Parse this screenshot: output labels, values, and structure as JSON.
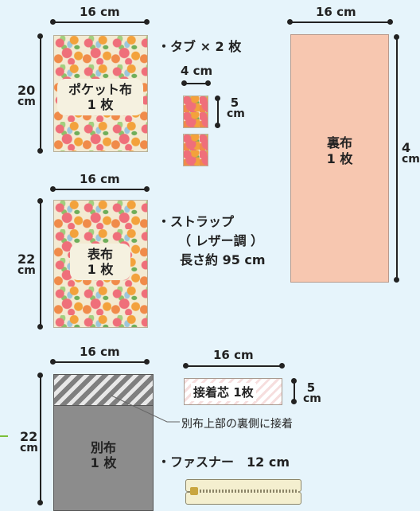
{
  "pocket": {
    "width": "16 cm",
    "height_num": "20",
    "height_unit": "cm",
    "label_line1": "ポケット布",
    "label_line2": "1 枚"
  },
  "outer": {
    "width": "16 cm",
    "height_num": "22",
    "height_unit": "cm",
    "label_line1": "表布",
    "label_line2": "1 枚"
  },
  "lining": {
    "width": "16 cm",
    "height_num": "4",
    "height_unit": "cm",
    "label_line1": "裏布",
    "label_line2": "1 枚"
  },
  "separate": {
    "width": "16 cm",
    "height_num": "22",
    "height_unit": "cm",
    "label_line1": "別布",
    "label_line2": "1 枚"
  },
  "tab": {
    "title": "・タブ × 2 枚",
    "width": "4 cm",
    "height_num": "5",
    "height_unit": "cm"
  },
  "strap": {
    "line1": "・ストラップ",
    "line2": "（ レザー調 ）",
    "line3": "長さ約 95 cm"
  },
  "interfacing": {
    "width": "16 cm",
    "label": "接着芯 1枚",
    "height_num": "5",
    "height_unit": "cm",
    "note": "別布上部の裏側に接着"
  },
  "zipper": {
    "label": "・ファスナー　12 cm"
  },
  "colors": {
    "background": "#e6f4fb",
    "lining": "#f7c7b0",
    "separate": "#8c8c8c",
    "floral": "#f3ead2"
  }
}
